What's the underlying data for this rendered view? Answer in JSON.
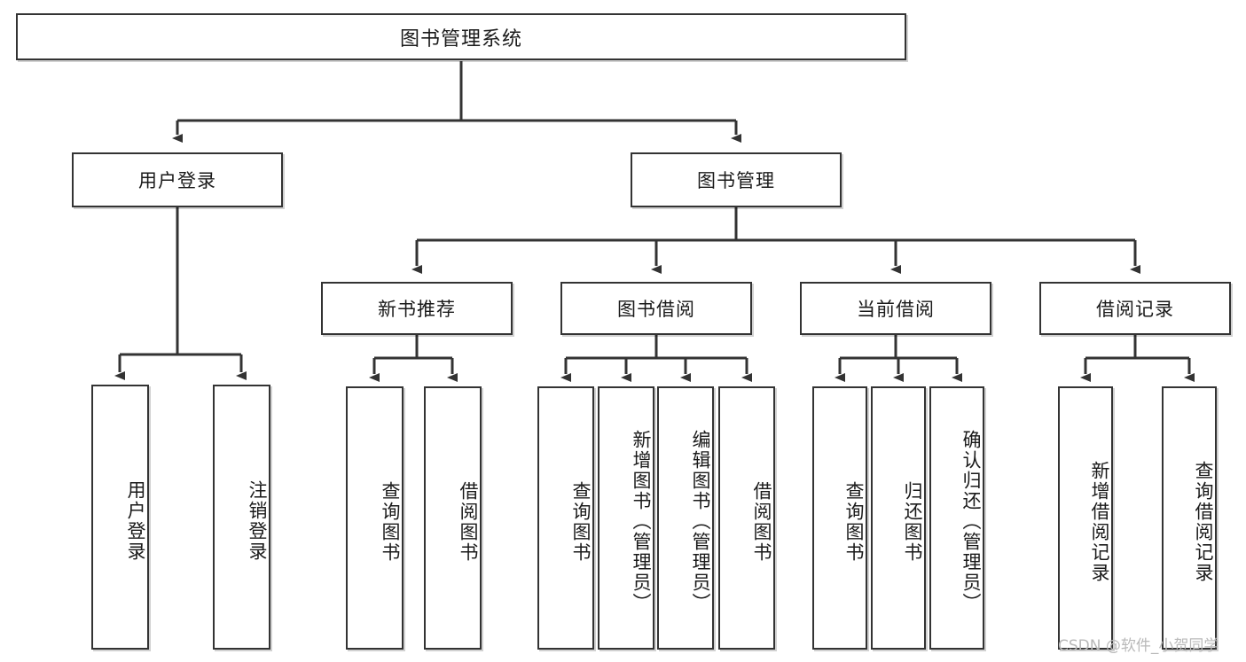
{
  "diagram": {
    "type": "tree-hierarchy",
    "title": "图书管理系统",
    "watermark": "CSDN @软件_小贺同学",
    "colors": {
      "border": "#333333",
      "background": "#ffffff",
      "text": "#1a1a1a",
      "connector": "#333333",
      "watermark": "#b9b9b9"
    },
    "root": {
      "label": "图书管理系统"
    },
    "level2": [
      {
        "label": "用户登录"
      },
      {
        "label": "图书管理"
      }
    ],
    "level3": [
      {
        "label": "新书推荐"
      },
      {
        "label": "图书借阅"
      },
      {
        "label": "当前借阅"
      },
      {
        "label": "借阅记录"
      }
    ],
    "leaves": {
      "user_login": [
        {
          "label": "用户登录"
        },
        {
          "label": "注销登录"
        }
      ],
      "new_book_recommend": [
        {
          "label": "查询图书"
        },
        {
          "label": "借阅图书"
        }
      ],
      "book_borrow": [
        {
          "label": "查询图书"
        },
        {
          "label": "新增图书（管理员）"
        },
        {
          "label": "编辑图书（管理员）"
        },
        {
          "label": "借阅图书"
        }
      ],
      "current_borrow": [
        {
          "label": "查询图书"
        },
        {
          "label": "归还图书"
        },
        {
          "label": "确认归还（管理员）"
        }
      ],
      "borrow_record": [
        {
          "label": "新增借阅记录"
        },
        {
          "label": "查询借阅记录"
        }
      ]
    }
  }
}
